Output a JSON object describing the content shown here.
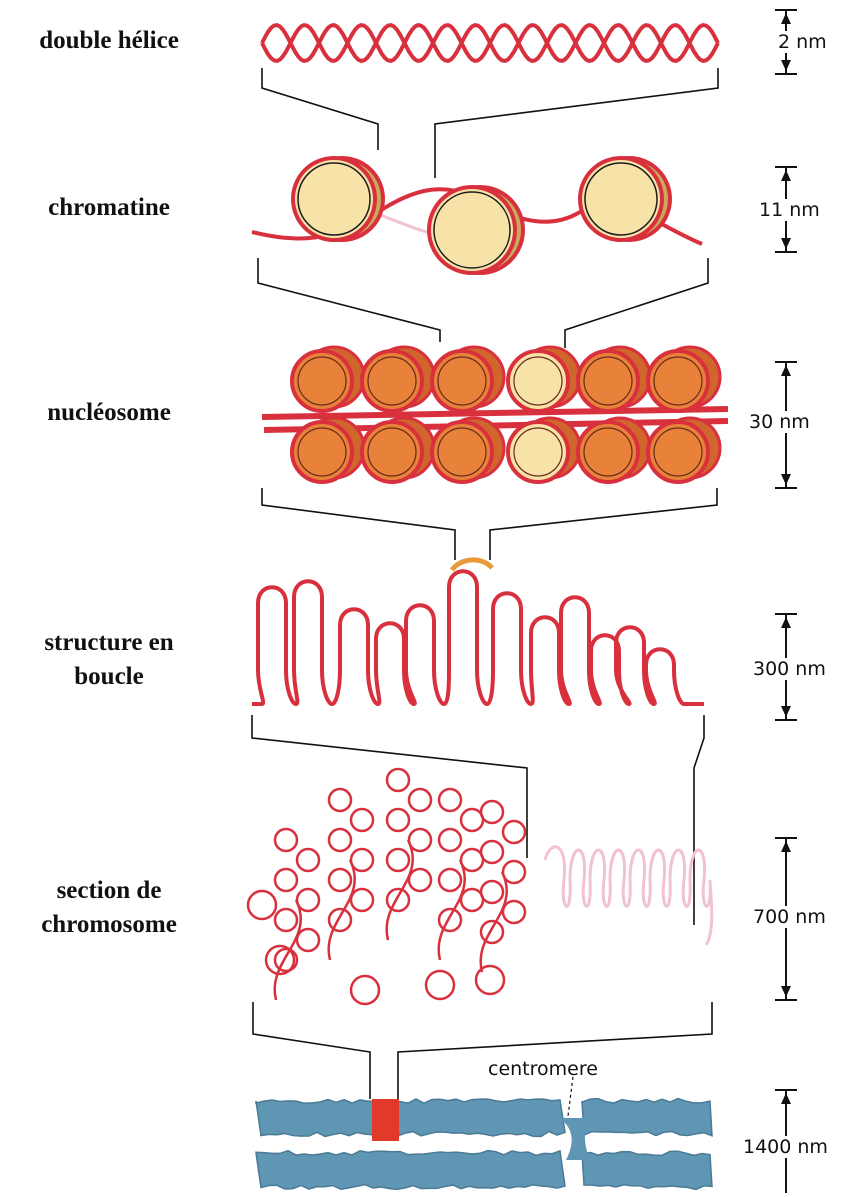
{
  "levels": [
    {
      "label_lines": [
        "double hélice"
      ],
      "size": "2 nm"
    },
    {
      "label_lines": [
        "chromatine"
      ],
      "size": "11 nm"
    },
    {
      "label_lines": [
        "nucléosome"
      ],
      "size": "30 nm"
    },
    {
      "label_lines": [
        "structure en",
        "boucle"
      ],
      "size": "300 nm"
    },
    {
      "label_lines": [
        "section de",
        "chromosome"
      ],
      "size": "700 nm"
    },
    {
      "label_lines": [],
      "size": "1400 nm"
    }
  ],
  "annotations": {
    "centromere": "centromere"
  },
  "colors": {
    "strand": "#d9303e",
    "histone_fill": "#f7e2a8",
    "nucleosome_fill": "#e8823a",
    "chromosome": "#5f96b4",
    "highlight": "#e23a2a",
    "connector": "#111111",
    "faded_strand": "#f0c3ce"
  }
}
